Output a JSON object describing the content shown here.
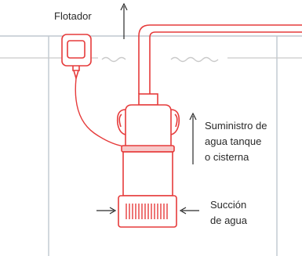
{
  "labels": {
    "float": "Flotador",
    "supply_line1": "Suministro de",
    "supply_line2": "agua tanque",
    "supply_line3": "o cisterna",
    "suction_line1": "Succión",
    "suction_line2": "de agua"
  },
  "colors": {
    "stroke": "#e63b3b",
    "water": "#c9c9c9",
    "tank": "#bfc7cf",
    "text": "#2a2a2a"
  }
}
